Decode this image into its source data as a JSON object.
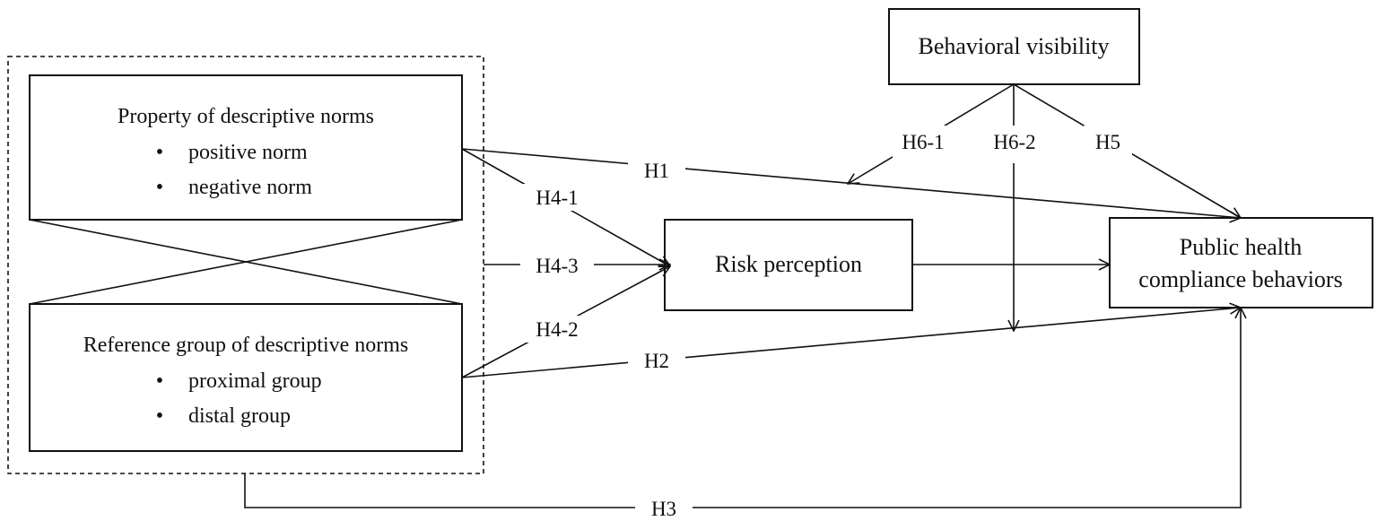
{
  "boxes": {
    "property": {
      "title": "Property of descriptive norms",
      "items": [
        "positive norm",
        "negative norm"
      ]
    },
    "reference": {
      "title": "Reference group of descriptive norms",
      "items": [
        "proximal group",
        "distal group"
      ]
    },
    "risk": {
      "lines": [
        "Risk perception"
      ]
    },
    "compliance": {
      "lines": [
        "Public health",
        "compliance behaviors"
      ]
    },
    "visibility": {
      "lines": [
        "Behavioral visibility"
      ]
    }
  },
  "bullet": "•",
  "paths": {
    "h1": "H1",
    "h2": "H2",
    "h3": "H3",
    "h4_1": "H4-1",
    "h4_2": "H4-2",
    "h4_3": "H4-3",
    "h5": "H5",
    "h6_1": "H6-1",
    "h6_2": "H6-2"
  },
  "colors": {
    "stroke": "#111111",
    "background": "#ffffff"
  }
}
